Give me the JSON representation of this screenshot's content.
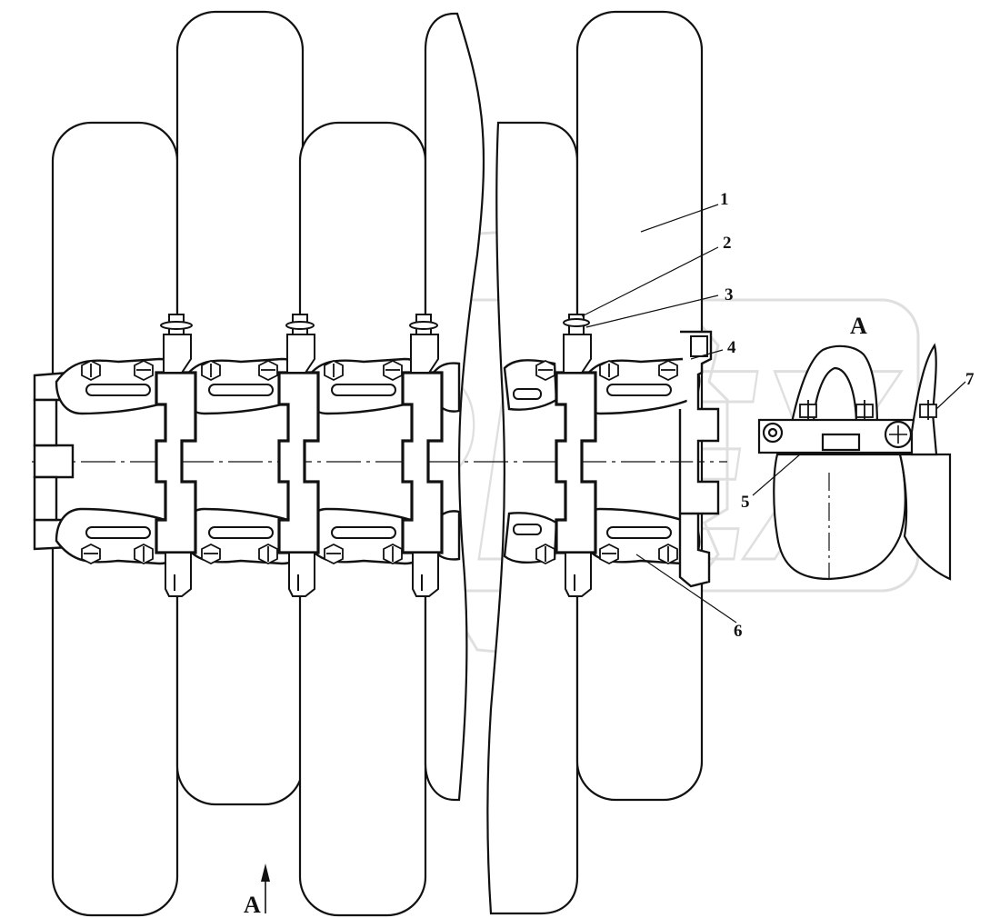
{
  "watermark": {
    "text": "ORPEX"
  },
  "view_label": "A",
  "section_arrow_label": "A",
  "callouts": [
    {
      "number": "1"
    },
    {
      "number": "2"
    },
    {
      "number": "3"
    },
    {
      "number": "4"
    },
    {
      "number": "5"
    },
    {
      "number": "6"
    },
    {
      "number": "7"
    }
  ],
  "colors": {
    "line": "#111111",
    "watermark": "#c8c8c8",
    "background": "#ffffff"
  }
}
